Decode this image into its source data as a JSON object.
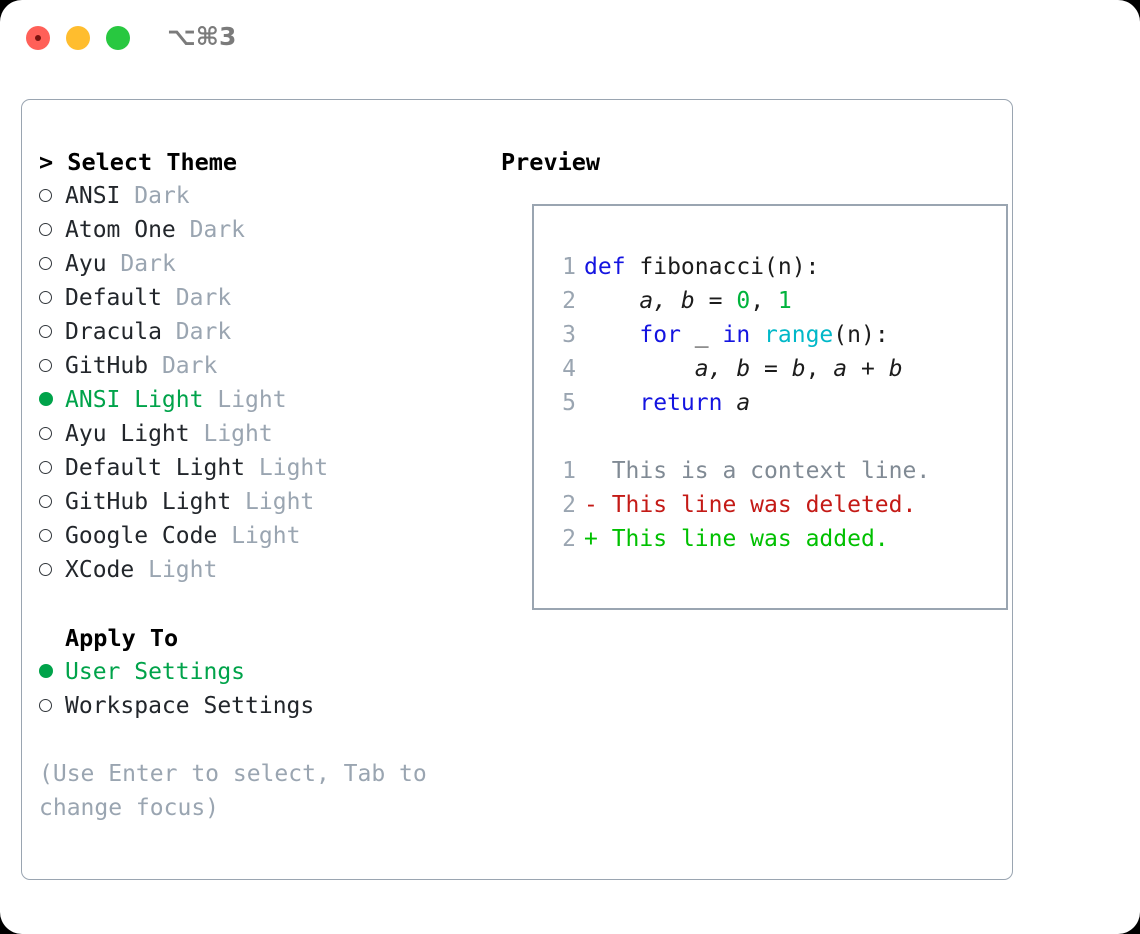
{
  "titlebar": {
    "shortcut": "⌥⌘3",
    "buttons": {
      "close": "close",
      "minimize": "minimize",
      "maximize": "maximize"
    }
  },
  "theme_list": {
    "header": "> Select Theme",
    "items": [
      {
        "marker": "empty",
        "name": "ANSI",
        "category": "Dark",
        "selected": false
      },
      {
        "marker": "empty",
        "name": "Atom One",
        "category": "Dark",
        "selected": false
      },
      {
        "marker": "empty",
        "name": "Ayu",
        "category": "Dark",
        "selected": false
      },
      {
        "marker": "empty",
        "name": "Default",
        "category": "Dark",
        "selected": false
      },
      {
        "marker": "empty",
        "name": "Dracula",
        "category": "Dark",
        "selected": false
      },
      {
        "marker": "empty",
        "name": "GitHub",
        "category": "Dark",
        "selected": false
      },
      {
        "marker": "filled",
        "name": "ANSI Light",
        "category": "Light",
        "selected": true
      },
      {
        "marker": "empty",
        "name": "Ayu Light",
        "category": "Light",
        "selected": false
      },
      {
        "marker": "empty",
        "name": "Default Light",
        "category": "Light",
        "selected": false
      },
      {
        "marker": "empty",
        "name": "GitHub Light",
        "category": "Light",
        "selected": false
      },
      {
        "marker": "empty",
        "name": "Google Code",
        "category": "Light",
        "selected": false
      },
      {
        "marker": "empty",
        "name": "XCode",
        "category": "Light",
        "selected": false
      }
    ]
  },
  "apply_to": {
    "header": "Apply To",
    "items": [
      {
        "marker": "filled",
        "name": "User Settings",
        "selected": true
      },
      {
        "marker": "empty",
        "name": "Workspace Settings",
        "selected": false
      }
    ]
  },
  "hint": "(Use Enter to select, Tab to change focus)",
  "preview": {
    "title": "Preview",
    "code_lines": [
      {
        "num": "1",
        "tokens": [
          {
            "t": "def",
            "c": "kw"
          },
          {
            "t": " fibonacci(n):",
            "c": "plain"
          }
        ]
      },
      {
        "num": "2",
        "tokens": [
          {
            "t": "    ",
            "c": "plain"
          },
          {
            "t": "a, b",
            "c": "var"
          },
          {
            "t": " = ",
            "c": "plain"
          },
          {
            "t": "0",
            "c": "num"
          },
          {
            "t": ", ",
            "c": "plain"
          },
          {
            "t": "1",
            "c": "num"
          }
        ]
      },
      {
        "num": "3",
        "tokens": [
          {
            "t": "    ",
            "c": "plain"
          },
          {
            "t": "for",
            "c": "kw"
          },
          {
            "t": " _ ",
            "c": "plain"
          },
          {
            "t": "in",
            "c": "kw"
          },
          {
            "t": " ",
            "c": "plain"
          },
          {
            "t": "range",
            "c": "bi"
          },
          {
            "t": "(n):",
            "c": "plain"
          }
        ]
      },
      {
        "num": "4",
        "tokens": [
          {
            "t": "        ",
            "c": "plain"
          },
          {
            "t": "a, b",
            "c": "var"
          },
          {
            "t": " = ",
            "c": "plain"
          },
          {
            "t": "b",
            "c": "var"
          },
          {
            "t": ", ",
            "c": "plain"
          },
          {
            "t": "a",
            "c": "var"
          },
          {
            "t": " + ",
            "c": "plain"
          },
          {
            "t": "b",
            "c": "var"
          }
        ]
      },
      {
        "num": "5",
        "tokens": [
          {
            "t": "    ",
            "c": "plain"
          },
          {
            "t": "return",
            "c": "kw"
          },
          {
            "t": " ",
            "c": "plain"
          },
          {
            "t": "a",
            "c": "var"
          }
        ]
      }
    ],
    "diff_lines": [
      {
        "num": "1",
        "prefix": "  ",
        "text": "This is a context line.",
        "kind": "d-ctx"
      },
      {
        "num": "2",
        "prefix": "- ",
        "text": "This line was deleted.",
        "kind": "d-del"
      },
      {
        "num": "2",
        "prefix": "+ ",
        "text": "This line was added.",
        "kind": "d-add"
      }
    ]
  },
  "colors": {
    "accent_green": "#00a34a",
    "diff_add": "#00c000",
    "diff_del": "#c41a16",
    "keyword_blue": "#1414e0",
    "builtin_cyan": "#00b8c8",
    "number_green": "#00b33c",
    "muted_gray": "#9aa5b1",
    "border_gray": "#9aa5b1"
  }
}
